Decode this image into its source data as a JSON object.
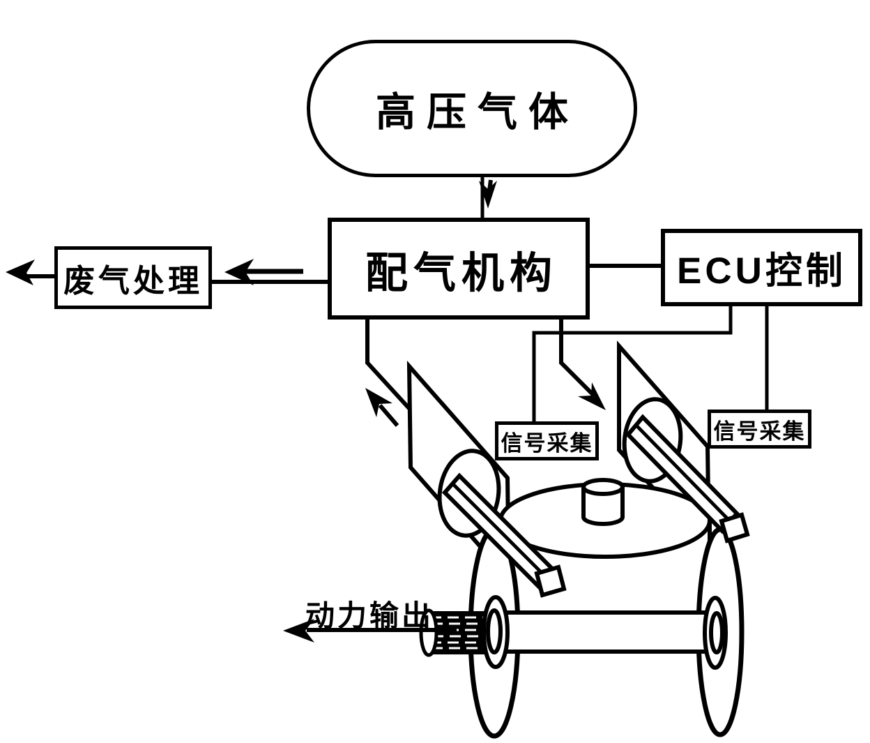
{
  "diagram": {
    "nodes": {
      "gas_source": {
        "label": "高压气体",
        "shape": "stadium"
      },
      "valve_mechanism": {
        "label": "配气机构",
        "shape": "rect"
      },
      "ecu_control": {
        "label": "ECU控制",
        "shape": "rect"
      },
      "exhaust_treatment": {
        "label": "废气处理",
        "shape": "rect"
      },
      "signal_acquisition_left": {
        "label": "信号采集",
        "shape": "rect"
      },
      "signal_acquisition_right": {
        "label": "信号采集",
        "shape": "rect"
      },
      "power_output": {
        "label": "动力输出",
        "shape": "text"
      }
    },
    "connections": [
      "gas_source -> valve_mechanism (down arrow)",
      "valve_mechanism - ecu_control (plain line)",
      "valve_mechanism -> exhaust_treatment (left arrow)",
      "exhaust_treatment -> out (left arrow)",
      "ecu_control -> signal_acquisition_left (elbow line)",
      "ecu_control -> signal_acquisition_right (straight line)",
      "valve_mechanism -> engine intake (down-right arrow)",
      "engine exhaust -> valve_mechanism (up-left arrow)",
      "engine -> power_output (left arrow)"
    ],
    "colors": {
      "ink": "#000000",
      "background": "#ffffff"
    }
  }
}
